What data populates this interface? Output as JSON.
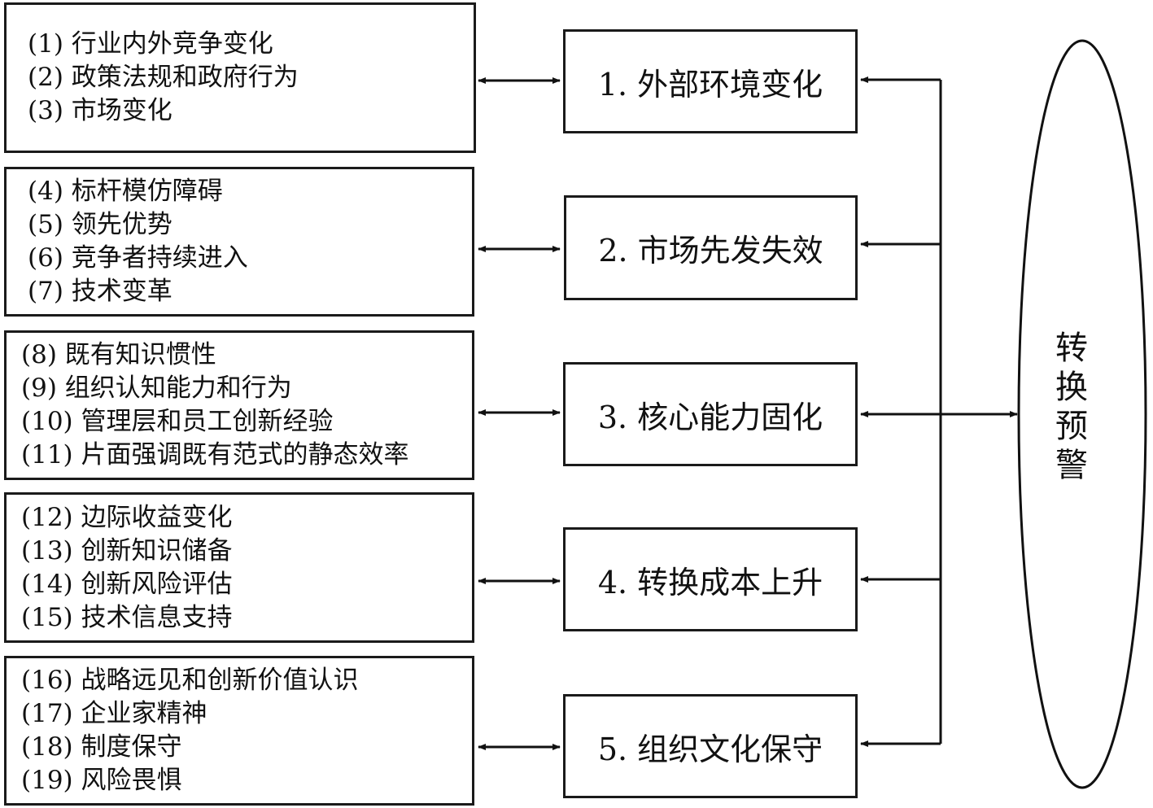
{
  "groups": [
    {
      "factor": "1. 外部环境变化",
      "items": [
        "(1) 行业内外竞争变化",
        "(2) 政策法规和政府行为",
        "(3) 市场变化"
      ]
    },
    {
      "factor": "2. 市场先发失效",
      "items": [
        "(4) 标杆模仿障碍",
        "(5) 领先优势",
        "(6) 竞争者持续进入",
        "(7) 技术变革"
      ]
    },
    {
      "factor": "3. 核心能力固化",
      "items": [
        "(8) 既有知识惯性",
        "(9) 组织认知能力和行为",
        "(10) 管理层和员工创新经验",
        "(11) 片面强调既有范式的静态效率"
      ]
    },
    {
      "factor": "4. 转换成本上升",
      "items": [
        "(12) 边际收益变化",
        "(13) 创新知识储备",
        "(14) 创新风险评估",
        "(15) 技术信息支持"
      ]
    },
    {
      "factor": "5. 组织文化保守",
      "items": [
        "(16) 战略远见和创新价值认识",
        "(17) 企业家精神",
        "(18) 制度保守",
        "(19) 风险畏惧"
      ]
    }
  ],
  "center": {
    "chars": [
      "转",
      "换",
      "预",
      "警"
    ]
  }
}
